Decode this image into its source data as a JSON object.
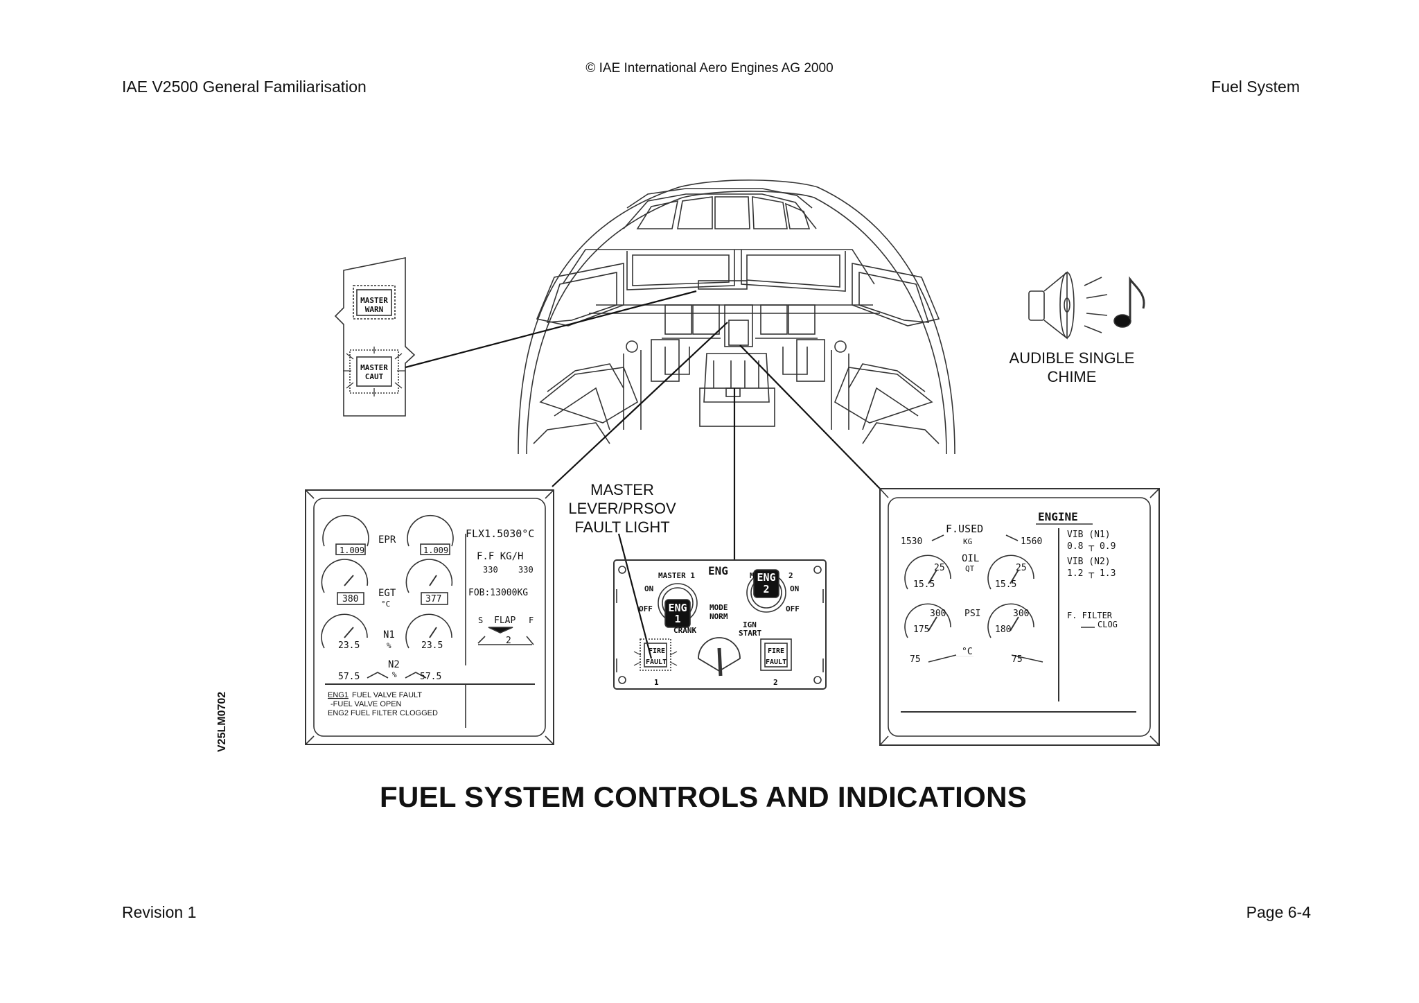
{
  "header": {
    "left": "IAE V2500 General Familiarisation",
    "center": "© IAE International Aero Engines AG 2000",
    "right": "Fuel System"
  },
  "footer": {
    "left": "Revision 1",
    "right": "Page 6-4"
  },
  "figure": {
    "title": "FUEL SYSTEM CONTROLS AND INDICATIONS",
    "code": "V25LM0702"
  },
  "callouts": {
    "chime_line1": "AUDIBLE SINGLE",
    "chime_line2": "CHIME",
    "master_lever_line1": "MASTER",
    "master_lever_line2": "LEVER/PRSOV",
    "master_lever_line3": "FAULT LIGHT"
  },
  "warning_panel": {
    "master_warn_1": "MASTER",
    "master_warn_2": "WARN",
    "master_caut_1": "MASTER",
    "master_caut_2": "CAUT"
  },
  "ewd": {
    "epr_label": "EPR",
    "epr_left": "1.009",
    "epr_right": "1.009",
    "flex": "FLX1.5030°C",
    "ff_label": "F.F KG/H",
    "ff_left": "330",
    "ff_right": "330",
    "fob": "FOB:13000KG",
    "egt_label": "EGT",
    "egt_unit": "°C",
    "egt_left": "380",
    "egt_right": "377",
    "n1_label": "N1",
    "n1_unit": "%",
    "n1_left": "23.5",
    "n1_right": "23.5",
    "n2_label": "N2",
    "n2_unit": "%",
    "n2_left": "57.5",
    "n2_right": "57.5",
    "flap_s": "S",
    "flap_label": "FLAP",
    "flap_f": "F",
    "flap_value": "2",
    "msg1": "ENG1",
    "msg1_text": "FUEL VALVE FAULT",
    "msg2": "-FUEL VALVE OPEN",
    "msg3": "ENG2  FUEL FILTER CLOGGED"
  },
  "eng_panel": {
    "title": "ENG",
    "master1": "MASTER 1",
    "master2": "M",
    "master2_num": "2",
    "on": "ON",
    "off": "OFF",
    "eng1": "ENG",
    "eng1_num": "1",
    "eng2": "ENG",
    "eng2_num": "2",
    "mode": "MODE",
    "norm": "NORM",
    "crank": "CRANK",
    "ign": "IGN",
    "start": "START",
    "fire": "FIRE",
    "fault": "FAULT",
    "num1": "1",
    "num2": "2"
  },
  "sd": {
    "title": "ENGINE",
    "fused": "F.USED",
    "fused_unit": "KG",
    "fused_left": "1530",
    "fused_right": "1560",
    "oil": "OIL",
    "oil_unit": "QT",
    "oil_left_top": "25",
    "oil_left_bot": "15.5",
    "oil_right_top": "25",
    "oil_right_bot": "15.5",
    "psi": "PSI",
    "psi_left_top": "300",
    "psi_left_bot": "175",
    "psi_right_top": "300",
    "psi_right_bot": "180",
    "temp_unit": "°C",
    "temp_left": "75",
    "temp_right": "75",
    "vib_n1": "VIB   (N1)",
    "vib_n1_vals": "0.8 ┬ 0.9",
    "vib_n2": "VIB   (N2)",
    "vib_n2_vals": "1.2 ┬ 1.3",
    "ffilter1": "F. FILTER",
    "ffilter2": "CLOG"
  }
}
